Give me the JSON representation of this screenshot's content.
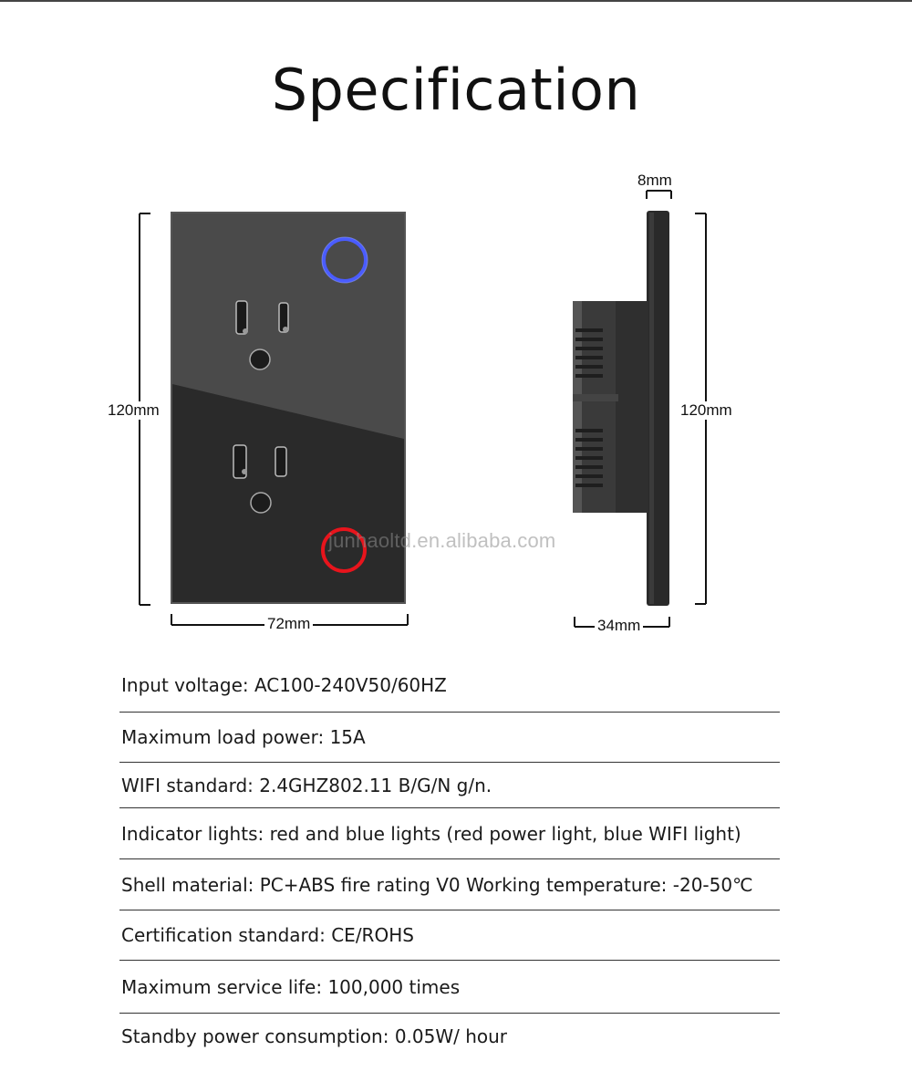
{
  "title": "Specification",
  "dimensions": {
    "front_height": "120mm",
    "front_width": "72mm",
    "side_height": "120mm",
    "side_depth": "34mm",
    "side_thickness": "8mm"
  },
  "indicator_colors": {
    "wifi": "#4a5cff",
    "power": "#e8141c"
  },
  "panel_color": "#2d2d2d",
  "watermark": "junhaoltd.en.alibaba.com",
  "specs": [
    "Input voltage: AC100-240V50/60HZ",
    "Maximum load power: 15A",
    "WIFI standard: 2.4GHZ802.11 B/G/N g/n.",
    "Indicator lights: red and blue lights (red power light, blue WIFI light)",
    "Shell material: PC+ABS fire rating V0 Working temperature: -20-50℃",
    "Certification standard: CE/ROHS",
    "Maximum service life: 100,000 times",
    "Standby power consumption: 0.05W/ hour"
  ]
}
